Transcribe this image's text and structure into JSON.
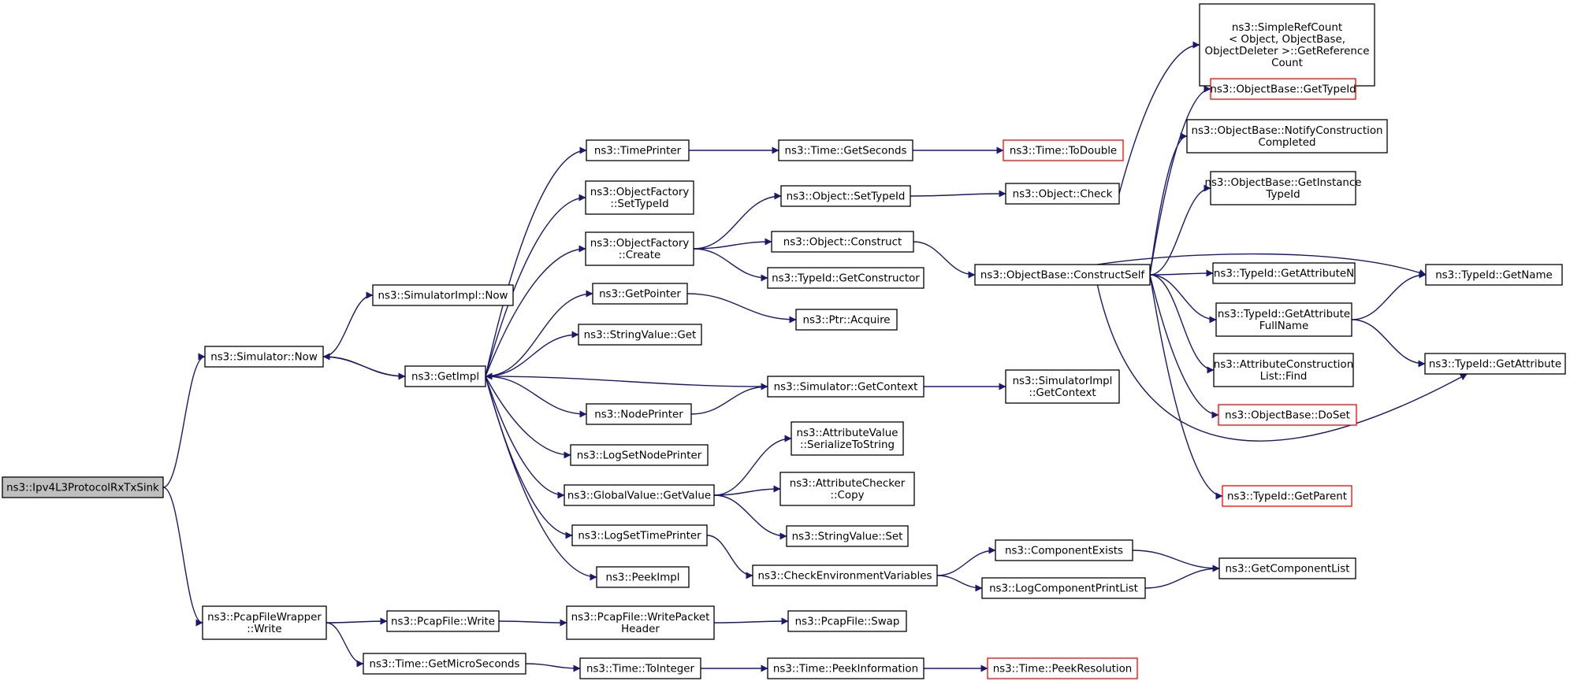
{
  "graph": {
    "colors": {
      "edge": "#191970",
      "node_border": "#000000",
      "node_border_external": "#ff0000",
      "root_fill": "#bfbfbf"
    },
    "nodes": [
      {
        "id": "root",
        "label": "ns3::Ipv4L3ProtocolRxTxSink",
        "style": "root"
      },
      {
        "id": "simNow",
        "label": "ns3::Simulator::Now"
      },
      {
        "id": "pcapWrap",
        "label": "ns3::PcapFileWrapper\n::Write"
      },
      {
        "id": "simImplNow",
        "label": "ns3::SimulatorImpl::Now"
      },
      {
        "id": "getImpl",
        "label": "ns3::GetImpl"
      },
      {
        "id": "pcapWrite",
        "label": "ns3::PcapFile::Write"
      },
      {
        "id": "microSec",
        "label": "ns3::Time::GetMicroSeconds"
      },
      {
        "id": "timePrinter",
        "label": "ns3::TimePrinter"
      },
      {
        "id": "ofSetTypeId",
        "label": "ns3::ObjectFactory\n::SetTypeId"
      },
      {
        "id": "ofCreate",
        "label": "ns3::ObjectFactory\n::Create"
      },
      {
        "id": "getPointer",
        "label": "ns3::GetPointer"
      },
      {
        "id": "strGet",
        "label": "ns3::StringValue::Get"
      },
      {
        "id": "nodePrinter",
        "label": "ns3::NodePrinter"
      },
      {
        "id": "logSetNode",
        "label": "ns3::LogSetNodePrinter"
      },
      {
        "id": "gvGetValue",
        "label": "ns3::GlobalValue::GetValue"
      },
      {
        "id": "logSetTime",
        "label": "ns3::LogSetTimePrinter"
      },
      {
        "id": "peekImpl",
        "label": "ns3::PeekImpl"
      },
      {
        "id": "writePktHdr",
        "label": "ns3::PcapFile::WritePacket\nHeader"
      },
      {
        "id": "toInteger",
        "label": "ns3::Time::ToInteger"
      },
      {
        "id": "getSeconds",
        "label": "ns3::Time::GetSeconds"
      },
      {
        "id": "objSetTypeId",
        "label": "ns3::Object::SetTypeId"
      },
      {
        "id": "objConstruct",
        "label": "ns3::Object::Construct"
      },
      {
        "id": "getConstructor",
        "label": "ns3::TypeId::GetConstructor"
      },
      {
        "id": "ptrAcquire",
        "label": "ns3::Ptr::Acquire"
      },
      {
        "id": "simGetContext",
        "label": "ns3::Simulator::GetContext"
      },
      {
        "id": "serializeToString",
        "label": "ns3::AttributeValue\n::SerializeToString"
      },
      {
        "id": "checkerCopy",
        "label": "ns3::AttributeChecker\n::Copy"
      },
      {
        "id": "strSet",
        "label": "ns3::StringValue::Set"
      },
      {
        "id": "checkEnv",
        "label": "ns3::CheckEnvironmentVariables"
      },
      {
        "id": "pcapSwap",
        "label": "ns3::PcapFile::Swap"
      },
      {
        "id": "peekInfo",
        "label": "ns3::Time::PeekInformation"
      },
      {
        "id": "toDouble",
        "label": "ns3::Time::ToDouble",
        "style": "external"
      },
      {
        "id": "objCheck",
        "label": "ns3::Object::Check"
      },
      {
        "id": "constructSelf",
        "label": "ns3::ObjectBase::ConstructSelf"
      },
      {
        "id": "simImplGetContext",
        "label": "ns3::SimulatorImpl\n::GetContext"
      },
      {
        "id": "compExists",
        "label": "ns3::ComponentExists"
      },
      {
        "id": "logCompPrint",
        "label": "ns3::LogComponentPrintList"
      },
      {
        "id": "peekResolution",
        "label": "ns3::Time::PeekResolution",
        "style": "external"
      },
      {
        "id": "refCount",
        "label": "ns3::SimpleRefCount\n< Object, ObjectBase,\nObjectDeleter >::GetReference\nCount"
      },
      {
        "id": "obGetTypeId",
        "label": "ns3::ObjectBase::GetTypeId",
        "style": "external"
      },
      {
        "id": "notifyCC",
        "label": "ns3::ObjectBase::NotifyConstruction\nCompleted"
      },
      {
        "id": "getInstanceTypeId",
        "label": "ns3::ObjectBase::GetInstance\nTypeId"
      },
      {
        "id": "getAttrN",
        "label": "ns3::TypeId::GetAttributeN"
      },
      {
        "id": "getAttrFullName",
        "label": "ns3::TypeId::GetAttribute\nFullName"
      },
      {
        "id": "acListFind",
        "label": "ns3::AttributeConstruction\nList::Find"
      },
      {
        "id": "doSet",
        "label": "ns3::ObjectBase::DoSet",
        "style": "external"
      },
      {
        "id": "getParent",
        "label": "ns3::TypeId::GetParent",
        "style": "external"
      },
      {
        "id": "getComponentList",
        "label": "ns3::GetComponentList"
      },
      {
        "id": "getName",
        "label": "ns3::TypeId::GetName"
      },
      {
        "id": "getAttribute",
        "label": "ns3::TypeId::GetAttribute"
      }
    ],
    "edges": [
      [
        "root",
        "simNow"
      ],
      [
        "root",
        "pcapWrap"
      ],
      [
        "simNow",
        "simImplNow"
      ],
      [
        "simNow",
        "getImpl"
      ],
      [
        "pcapWrap",
        "pcapWrite"
      ],
      [
        "pcapWrap",
        "microSec"
      ],
      [
        "getImpl",
        "timePrinter"
      ],
      [
        "getImpl",
        "ofSetTypeId"
      ],
      [
        "getImpl",
        "ofCreate"
      ],
      [
        "getImpl",
        "getPointer"
      ],
      [
        "getImpl",
        "strGet"
      ],
      [
        "getImpl",
        "nodePrinter"
      ],
      [
        "getImpl",
        "logSetNode"
      ],
      [
        "getImpl",
        "gvGetValue"
      ],
      [
        "getImpl",
        "logSetTime"
      ],
      [
        "getImpl",
        "peekImpl"
      ],
      [
        "getImpl",
        "simNow"
      ],
      [
        "pcapWrite",
        "writePktHdr"
      ],
      [
        "microSec",
        "toInteger"
      ],
      [
        "timePrinter",
        "getSeconds"
      ],
      [
        "ofCreate",
        "objSetTypeId"
      ],
      [
        "ofCreate",
        "objConstruct"
      ],
      [
        "ofCreate",
        "getConstructor"
      ],
      [
        "getPointer",
        "ptrAcquire"
      ],
      [
        "nodePrinter",
        "simGetContext"
      ],
      [
        "simGetContext",
        "getImpl"
      ],
      [
        "gvGetValue",
        "serializeToString"
      ],
      [
        "gvGetValue",
        "checkerCopy"
      ],
      [
        "gvGetValue",
        "strSet"
      ],
      [
        "logSetTime",
        "checkEnv"
      ],
      [
        "writePktHdr",
        "pcapSwap"
      ],
      [
        "toInteger",
        "peekInfo"
      ],
      [
        "getSeconds",
        "toDouble"
      ],
      [
        "objSetTypeId",
        "objCheck"
      ],
      [
        "objConstruct",
        "constructSelf"
      ],
      [
        "simGetContext",
        "simImplGetContext"
      ],
      [
        "checkEnv",
        "compExists"
      ],
      [
        "checkEnv",
        "logCompPrint"
      ],
      [
        "peekInfo",
        "peekResolution"
      ],
      [
        "objCheck",
        "refCount"
      ],
      [
        "constructSelf",
        "obGetTypeId"
      ],
      [
        "constructSelf",
        "notifyCC"
      ],
      [
        "constructSelf",
        "getInstanceTypeId"
      ],
      [
        "constructSelf",
        "getAttrN"
      ],
      [
        "constructSelf",
        "getAttrFullName"
      ],
      [
        "constructSelf",
        "acListFind"
      ],
      [
        "constructSelf",
        "doSet"
      ],
      [
        "constructSelf",
        "getParent"
      ],
      [
        "constructSelf",
        "getName"
      ],
      [
        "constructSelf",
        "getAttribute"
      ],
      [
        "compExists",
        "getComponentList"
      ],
      [
        "logCompPrint",
        "getComponentList"
      ],
      [
        "getAttrFullName",
        "getName"
      ],
      [
        "getAttrFullName",
        "getAttribute"
      ]
    ]
  }
}
